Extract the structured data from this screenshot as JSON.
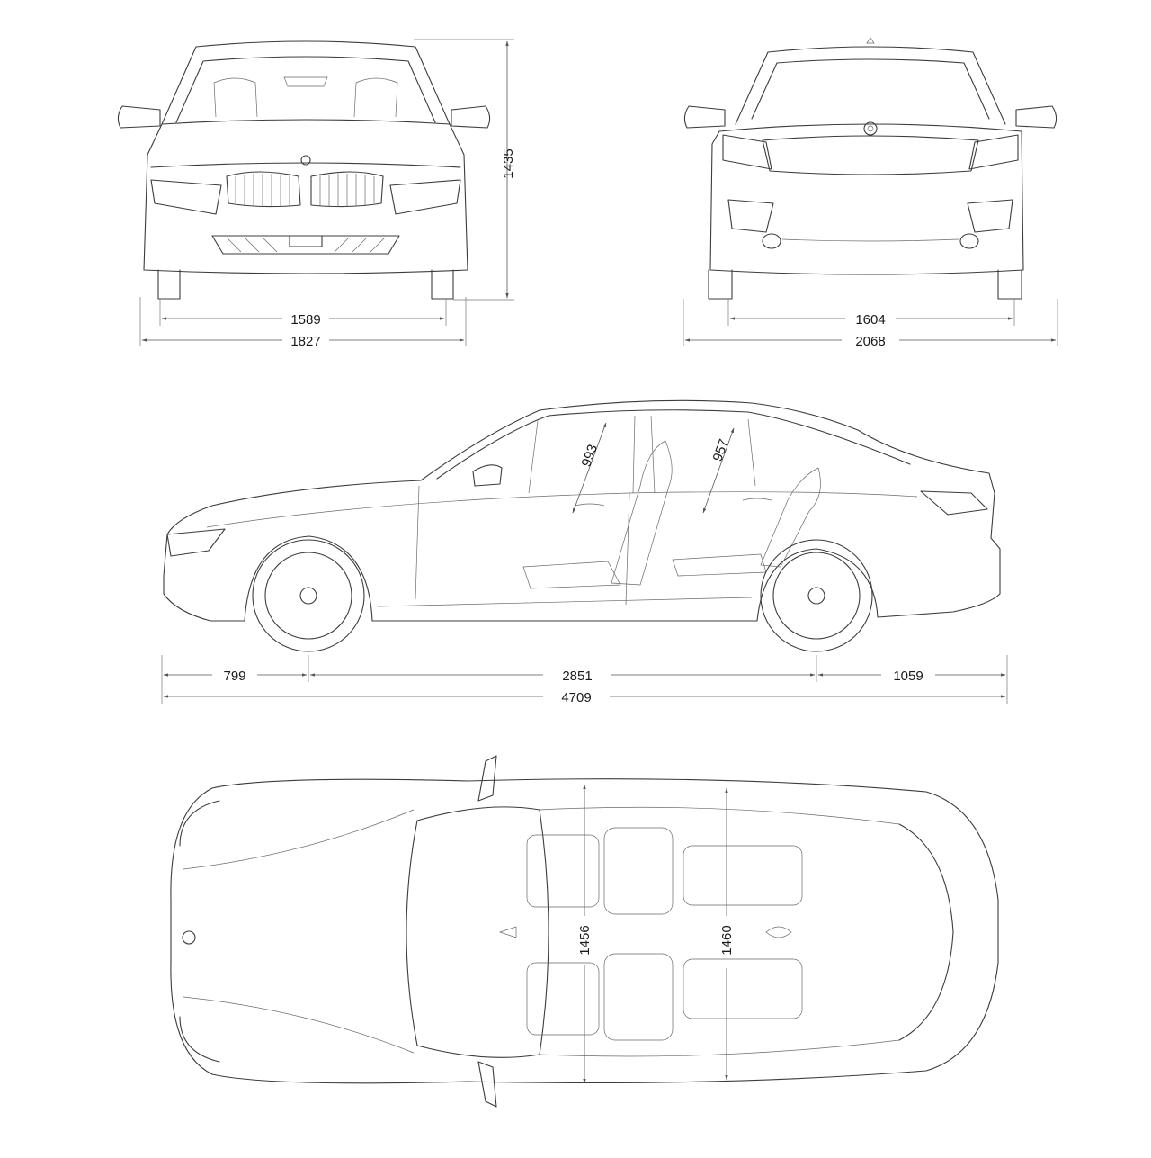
{
  "colors": {
    "line": "#3c3c3c",
    "dimension": "#555555",
    "background": "#ffffff",
    "text": "#1a1a1a"
  },
  "dimensions": {
    "front_track": "1589",
    "front_width": "1827",
    "height": "1435",
    "rear_track": "1604",
    "rear_width_mirrors": "2068",
    "front_overhang": "799",
    "wheelbase": "2851",
    "rear_overhang": "1059",
    "length": "4709",
    "front_headroom": "993",
    "rear_headroom": "957",
    "front_shoulder_width": "1456",
    "rear_shoulder_width": "1460"
  },
  "logo_icon": "bmw-roundel-icon"
}
